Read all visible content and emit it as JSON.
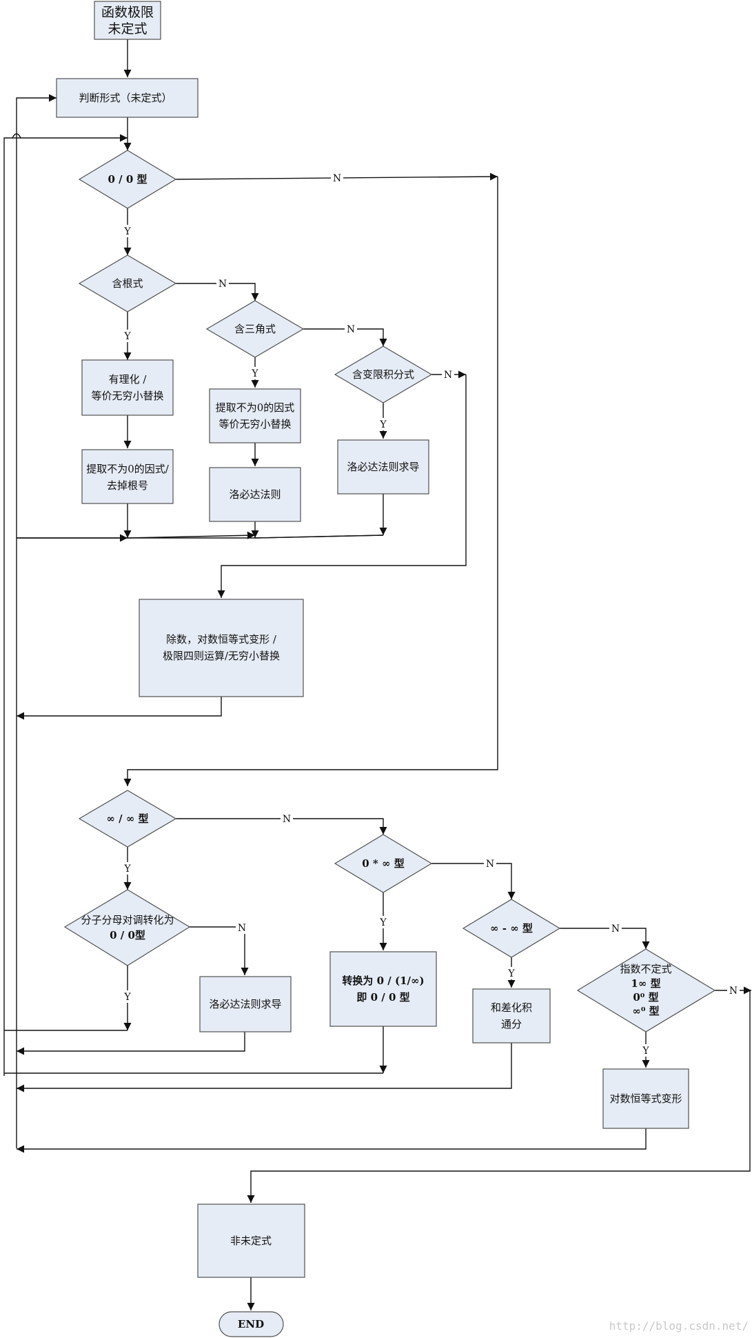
{
  "nodes": {
    "start": [
      "函数极限",
      "未定式"
    ],
    "judge": [
      "判断形式（未定式）"
    ],
    "zero_zero": [
      "0 / 0 型"
    ],
    "has_root": [
      "含根式"
    ],
    "rationalize": [
      "有理化 /",
      "等价无穷小替换"
    ],
    "extract_root": [
      "提取不为0的因式/",
      "去掉根号"
    ],
    "has_trig": [
      "含三角式"
    ],
    "extract_trig": [
      "提取不为0的因式",
      "等价无穷小替换"
    ],
    "lhopital_trig": [
      "洛必达法则"
    ],
    "has_integral": [
      "含变限积分式"
    ],
    "lhopital_integral": [
      "洛必达法则求导"
    ],
    "transform": [
      "除数，对数恒等式变形  /",
      "极限四则运算/无穷小替换"
    ],
    "inf_inf": [
      "∞ / ∞  型"
    ],
    "num_den": [
      "分子分母对调转化为",
      "0 / 0型"
    ],
    "lhopital_inf": [
      "洛必达法则求导"
    ],
    "zero_inf": [
      "0 * ∞  型"
    ],
    "convert": [
      "转换为 0 / (1/∞)",
      "即 0 / 0 型"
    ],
    "inf_minus_inf": [
      "∞ - ∞  型"
    ],
    "sum_diff": [
      "和差化积",
      "通分"
    ],
    "exp_indet": [
      "指数不定式",
      "1∞ 型",
      "0⁰ 型",
      "∞⁰ 型"
    ],
    "log_identity": [
      "对数恒等式变形"
    ],
    "not_indet": [
      "非未定式"
    ],
    "end": [
      "END"
    ]
  },
  "yes_label": "Y",
  "no_label": "N",
  "watermark": "http://blog.csdn.net/"
}
